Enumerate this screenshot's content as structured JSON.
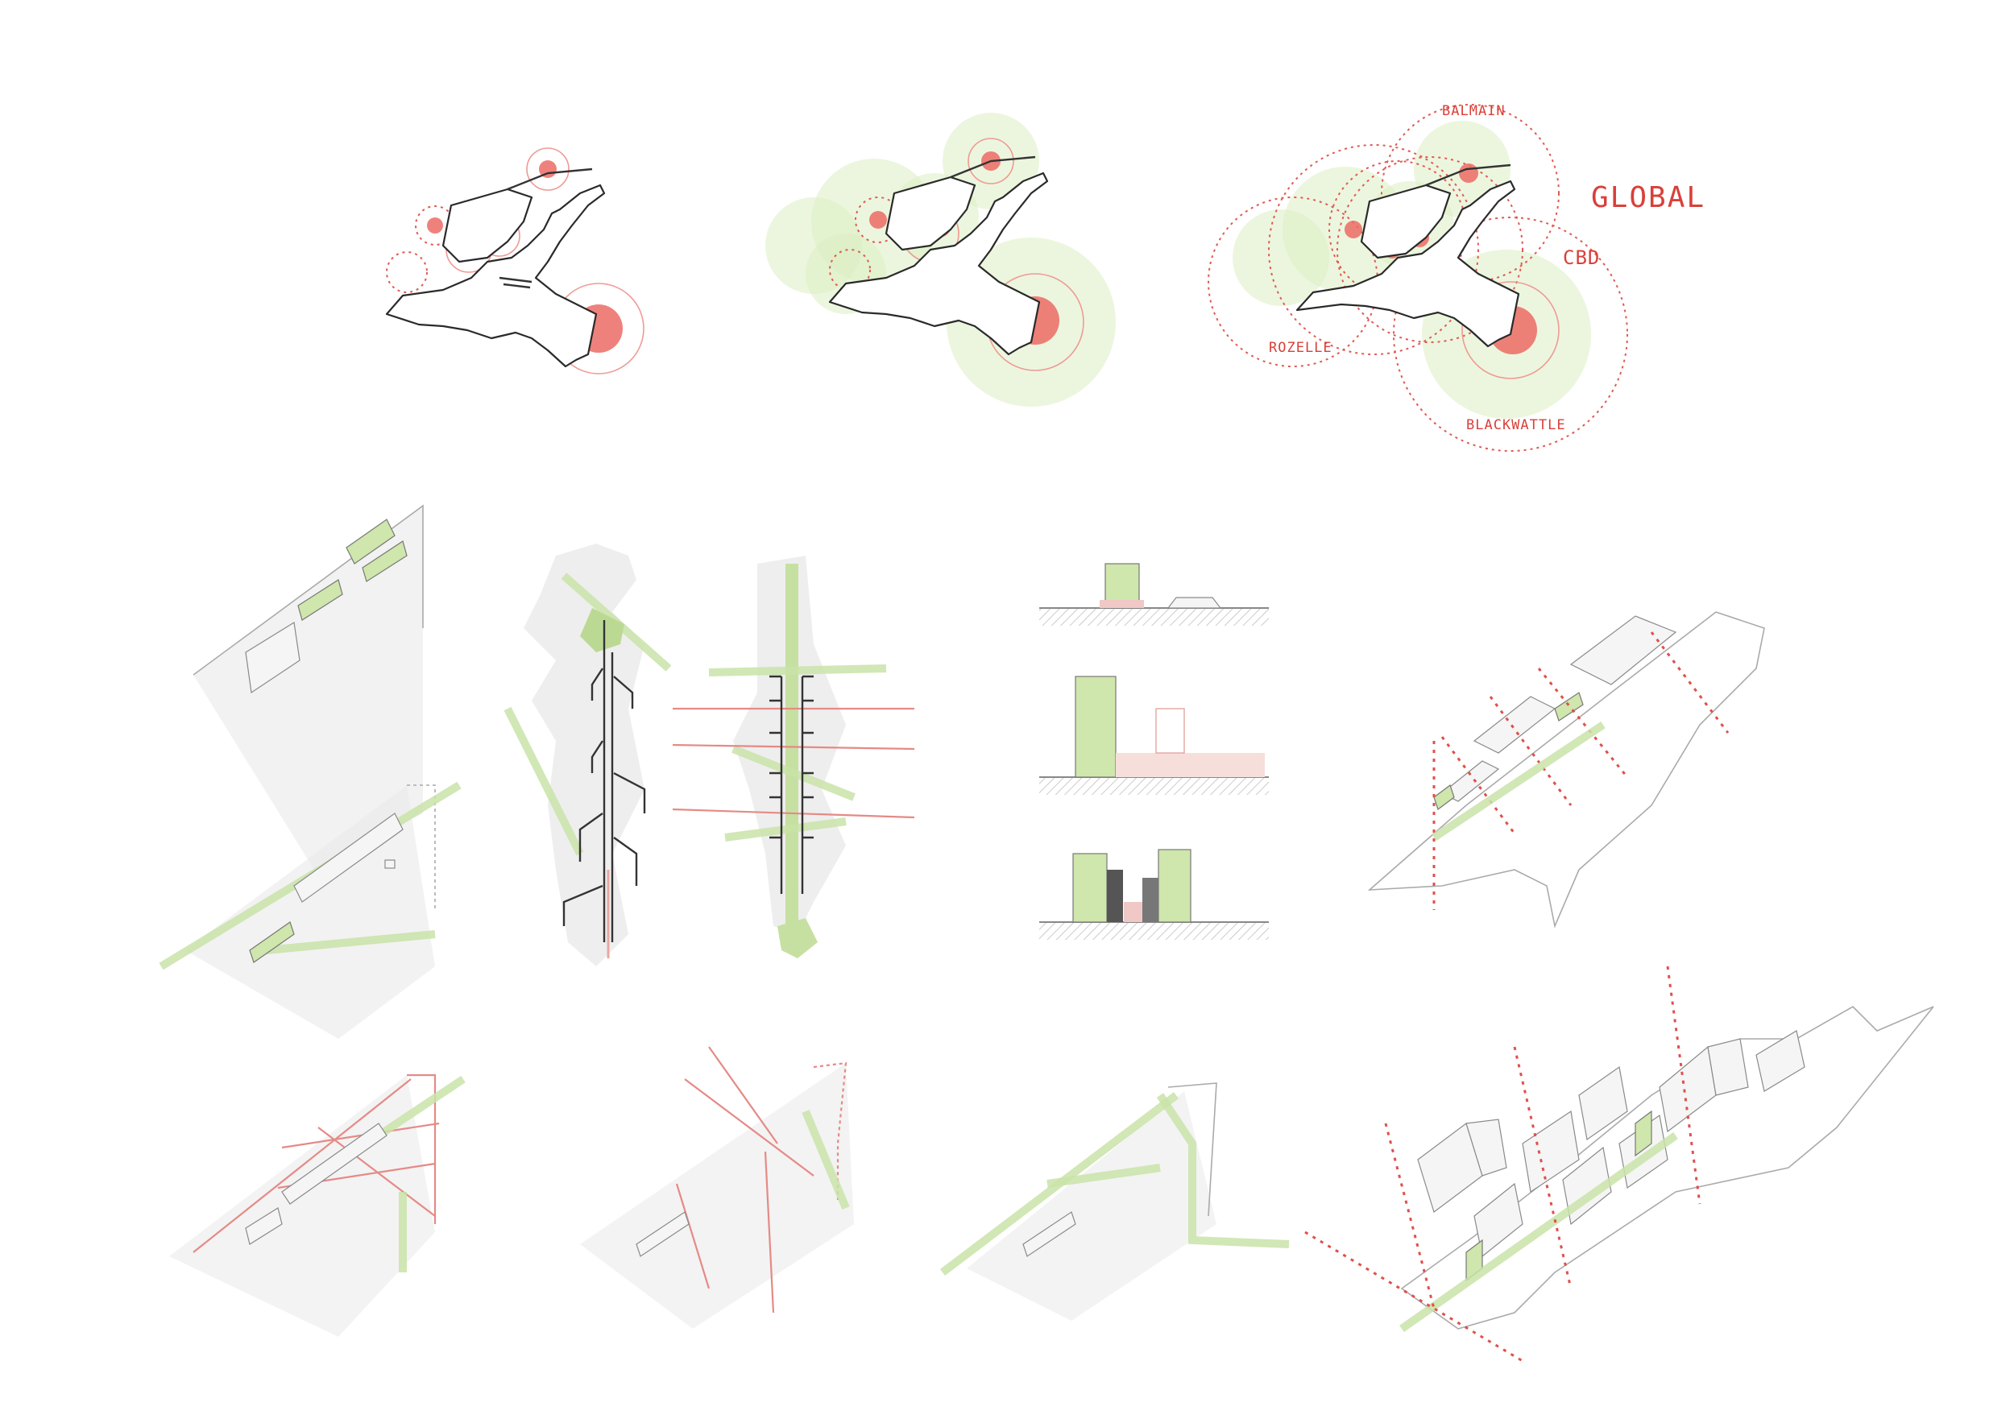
{
  "labels": {
    "balmain": "BALMAIN",
    "global": "GLOBAL",
    "cbd": "CBD",
    "rozelle": "ROZELLE",
    "blackwattle": "BLACKWATTLE"
  },
  "colors": {
    "accent_red": "#e0504a",
    "hub_red": "#ec6b65",
    "halo_green": "#dcefc2",
    "line_green": "#c9e3a8",
    "building_green": "#cfe6ac",
    "shadow_grey": "#eaeaea",
    "outline": "#2a2a2a"
  }
}
